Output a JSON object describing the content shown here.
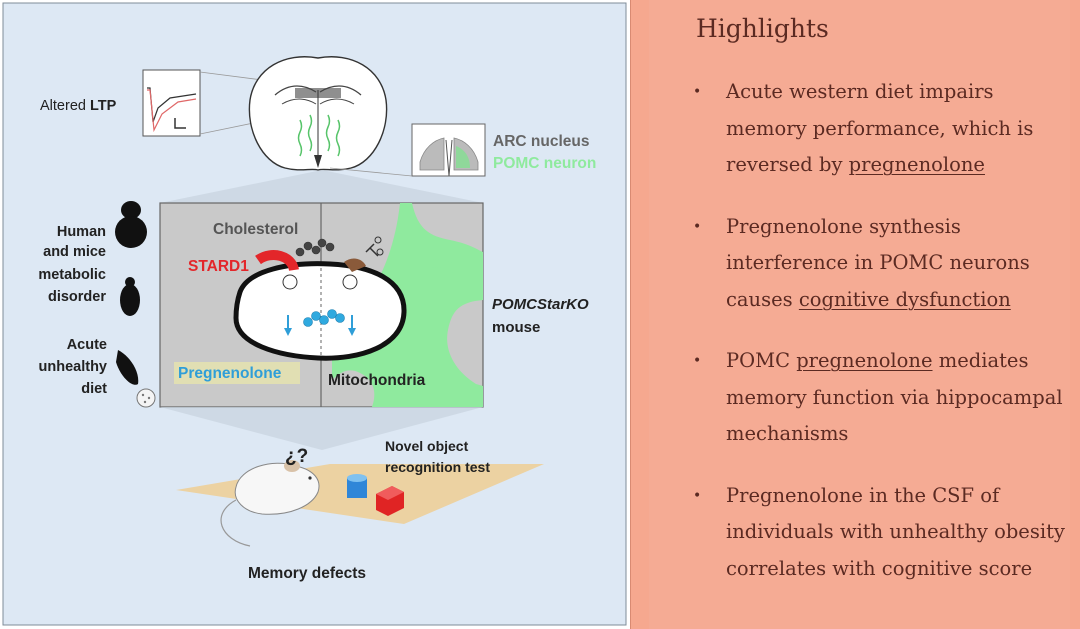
{
  "abstract": {
    "labels": {
      "altered": "Altered ",
      "ltp": "LTP",
      "arc_nucleus": "ARC nucleus",
      "pomc_neuron": "POMC neuron",
      "human_mice_1": "Human",
      "human_mice_2": "and mice",
      "human_mice_3": "metabolic",
      "human_mice_4": "disorder",
      "acute_1": "Acute",
      "acute_2": "unhealthy",
      "acute_3": "diet",
      "cholesterol": "Cholesterol",
      "stard1": "STARD1",
      "pregnenolone": "Pregnenolone",
      "mitochondria": "Mitochondria",
      "pomcstarko": "POMCStarKO",
      "mouse": "mouse",
      "question": "¿?",
      "novel_1": "Novel object",
      "novel_2": "recognition test",
      "memory_defects": "Memory defects"
    },
    "colors": {
      "panel_bg": "#dde8f4",
      "stard1": "#e3262a",
      "pomc": "#8fea9e",
      "pregnenolone_text": "#2f9ed8",
      "mito_bg": "#c9c9c9",
      "floor": "#ecd2a2"
    }
  },
  "highlights": {
    "title": "Highlights",
    "items": [
      {
        "pre": "Acute western diet impairs memory performance, which is reversed by ",
        "link": "pregnenolone",
        "post": ""
      },
      {
        "pre": "Pregnenolone synthesis interference in POMC neurons causes ",
        "link": "cognitive dysfunction",
        "post": ""
      },
      {
        "pre": "POMC ",
        "link": "pregnenolone",
        "post": " mediates memory function via hippocampal mechanisms"
      },
      {
        "pre": "Pregnenolone in the CSF of individuals with unhealthy obesity correlates with cognitive score",
        "link": "",
        "post": ""
      }
    ],
    "bullet": "•"
  }
}
